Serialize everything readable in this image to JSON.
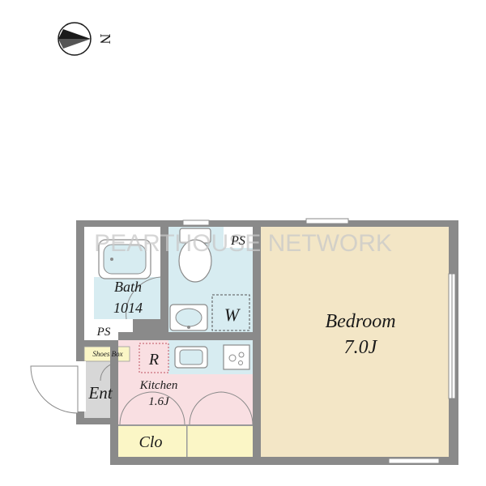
{
  "compass": {
    "label": "N"
  },
  "watermark": {
    "text": "PEARTHOUSE NETWORK"
  },
  "rooms": {
    "bedroom": {
      "name": "Bedroom",
      "size": "7.0J",
      "color": "#f3e6c6"
    },
    "bath": {
      "name": "Bath",
      "size": "1014",
      "color": "#d7ecf1"
    },
    "kitchen": {
      "name": "Kitchen",
      "size": "1.6J",
      "color": "#f9dfe2"
    },
    "closet": {
      "name": "Clo",
      "color": "#fbf6c6"
    },
    "entrance": {
      "name": "Ent",
      "color": "#d7d7d7"
    },
    "shoes_box": {
      "name": "Shoes Box",
      "color": "#fbf6c6"
    },
    "refrigerator": {
      "name": "R"
    },
    "washer": {
      "name": "W"
    },
    "pipe_space_top": {
      "name": "PS"
    },
    "pipe_space_left": {
      "name": "PS"
    }
  },
  "colors": {
    "wall": "#8a8a8a",
    "toilet_area": "#d7ecf1"
  }
}
